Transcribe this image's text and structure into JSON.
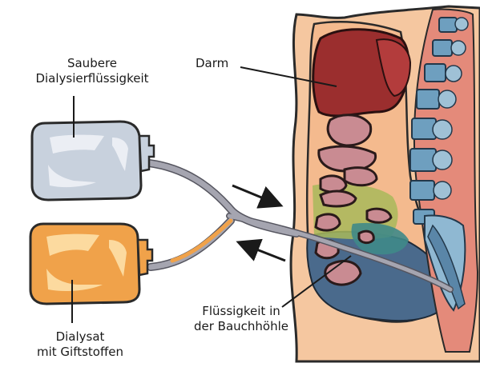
{
  "labels": {
    "clean_fluid": "Saubere\nDialysierflüssigkeit",
    "intestine": "Darm",
    "dialysate": "Dialysat\nmit Giftstoffen",
    "abdominal_fluid": "Flüssigkeit in\nder Bauchhöhle"
  },
  "colors": {
    "clean_bag": "#c8d1dd",
    "dialysate_bag": "#f0a24a",
    "tube": "#9a9aa6",
    "skin": "#f5c7a0",
    "liver": "#9b2e2e",
    "abdominal_fluid": "#4a6a8c",
    "spine": "#6e9fbf",
    "outline": "#222222"
  }
}
